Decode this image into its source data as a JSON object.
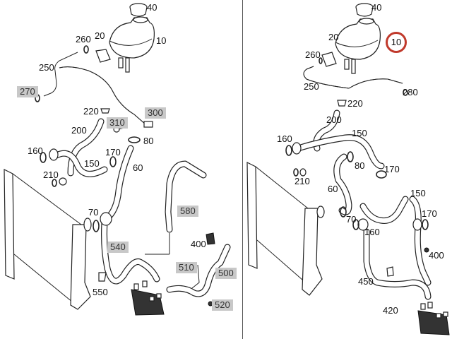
{
  "diagram": {
    "left_panel": {
      "labels": [
        {
          "id": "40",
          "text": "40",
          "style": "plain"
        },
        {
          "id": "10",
          "text": "10",
          "style": "plain"
        },
        {
          "id": "20",
          "text": "20",
          "style": "plain"
        },
        {
          "id": "260",
          "text": "260",
          "style": "plain"
        },
        {
          "id": "250",
          "text": "250",
          "style": "plain"
        },
        {
          "id": "270",
          "text": "270",
          "style": "grey-box"
        },
        {
          "id": "220",
          "text": "220",
          "style": "plain"
        },
        {
          "id": "300",
          "text": "300",
          "style": "grey-box"
        },
        {
          "id": "310",
          "text": "310",
          "style": "grey-box"
        },
        {
          "id": "200",
          "text": "200",
          "style": "plain"
        },
        {
          "id": "80",
          "text": "80",
          "style": "plain"
        },
        {
          "id": "160",
          "text": "160",
          "style": "plain"
        },
        {
          "id": "170",
          "text": "170",
          "style": "plain"
        },
        {
          "id": "150",
          "text": "150",
          "style": "plain"
        },
        {
          "id": "60",
          "text": "60",
          "style": "plain"
        },
        {
          "id": "210",
          "text": "210",
          "style": "plain"
        },
        {
          "id": "580",
          "text": "580",
          "style": "grey-box"
        },
        {
          "id": "70",
          "text": "70",
          "style": "plain"
        },
        {
          "id": "540",
          "text": "540",
          "style": "grey-box"
        },
        {
          "id": "400",
          "text": "400",
          "style": "plain"
        },
        {
          "id": "510",
          "text": "510",
          "style": "grey-box"
        },
        {
          "id": "500",
          "text": "500",
          "style": "grey-box"
        },
        {
          "id": "550",
          "text": "550",
          "style": "plain"
        },
        {
          "id": "520",
          "text": "520",
          "style": "grey-box"
        }
      ]
    },
    "right_panel": {
      "labels": [
        {
          "id": "40",
          "text": "40",
          "style": "plain"
        },
        {
          "id": "10",
          "text": "10",
          "style": "red-circle"
        },
        {
          "id": "20",
          "text": "20",
          "style": "plain"
        },
        {
          "id": "260",
          "text": "260",
          "style": "plain"
        },
        {
          "id": "250",
          "text": "250",
          "style": "plain"
        },
        {
          "id": "280",
          "text": "280",
          "style": "plain"
        },
        {
          "id": "220",
          "text": "220",
          "style": "plain"
        },
        {
          "id": "200",
          "text": "200",
          "style": "plain"
        },
        {
          "id": "150a",
          "text": "150",
          "style": "plain"
        },
        {
          "id": "160a",
          "text": "160",
          "style": "plain"
        },
        {
          "id": "80",
          "text": "80",
          "style": "plain"
        },
        {
          "id": "170a",
          "text": "170",
          "style": "plain"
        },
        {
          "id": "210",
          "text": "210",
          "style": "plain"
        },
        {
          "id": "60",
          "text": "60",
          "style": "plain"
        },
        {
          "id": "150b",
          "text": "150",
          "style": "plain"
        },
        {
          "id": "70",
          "text": "70",
          "style": "plain"
        },
        {
          "id": "170b",
          "text": "170",
          "style": "plain"
        },
        {
          "id": "160b",
          "text": "160",
          "style": "plain"
        },
        {
          "id": "400",
          "text": "400",
          "style": "plain"
        },
        {
          "id": "450",
          "text": "450",
          "style": "plain"
        },
        {
          "id": "420",
          "text": "420",
          "style": "plain"
        }
      ]
    },
    "colors": {
      "highlight": "#c0392b",
      "grey_box": "#c8c8c8"
    }
  }
}
